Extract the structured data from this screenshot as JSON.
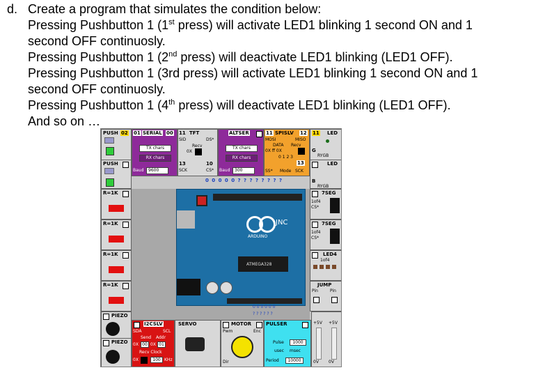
{
  "instructions": {
    "item_letter": "d.",
    "line1": "Create a program  that simulates the condition below:",
    "p1_a": "Pressing Pushbutton 1 (1",
    "p1_sup": "st",
    "p1_b": " press)  will activate LED1 blinking 1 second ON and 1",
    "p1_c": "second OFF continuosly.",
    "p2_a": "Pressing Pushbutton 1 (2",
    "p2_sup": "nd",
    "p2_b": " press)  will deactivate LED1 blinking (LED1 OFF).",
    "p3_a": "Pressing Pushbutton 1 (3rd press)  will activate LED1 blinking 1 second ON and 1",
    "p3_b": "second OFF continuosly.",
    "p4_a": "Pressing Pushbutton 1 (4",
    "p4_sup": "th",
    "p4_b": " press)  will deactivate LED1 blinking (LED1 OFF).",
    "and_so_on": "And so on …"
  },
  "board": {
    "push1": "PUSH",
    "push1_num": "02",
    "push2": "PUSH",
    "serial_num": "01",
    "serial": "SERIAL",
    "serial_num2": "00",
    "tx_chars": "TX chars",
    "rx_chars": "RX chars",
    "baud1": "Baud",
    "baud1_val": "9600",
    "sid_num": "11",
    "sid": "SID",
    "tft": "TFT",
    "ds": "DS*",
    "recv": "Recv",
    "ox": "0X",
    "sck_num": "13",
    "sck": "SCK",
    "cs_num": "10",
    "cs": "CS*",
    "altser": "ALTSER",
    "tx_chars2": "TX chars",
    "rx_chars2": "RX chars",
    "baud2": "Baud",
    "baud2_val": "300",
    "spislv_num": "11",
    "spislv": "SPISLV",
    "spislv_num2": "12",
    "mosi": "MOSI",
    "miso": "MISO",
    "data": "DATA",
    "recv2": "Recv",
    "ox_ff": "0X  ff  0X",
    "bits": "0 1 2 3",
    "ss": "SS*",
    "mode": "Mode",
    "sck2": "SCK",
    "spi_num": "13",
    "led_num": "11",
    "led": "LED",
    "led2": "LED",
    "rygb": "RYGB",
    "g": "G",
    "b": "B",
    "r1k_1": "R=1K",
    "r1k_2": "R=1K",
    "r1k_3": "R=1K",
    "r1k_4": "R=1K",
    "seg1": "7SEG",
    "seg2": "7SEG",
    "of4": "1of4",
    "cs_seg": "CS*",
    "led4": "LED4",
    "led4_of4": "1of4",
    "jump": "JUMP",
    "pin": "Pin",
    "pin2": "Pin",
    "jnc": "JNC",
    "arduino": "ARDUINO",
    "atmega": "ATMEGA328",
    "piezo1": "PIEZO",
    "piezo2": "PIEZO",
    "i2cslv": "I2CSLV",
    "sda": "SDA",
    "scl": "SCL",
    "send": "Send",
    "addr": "Addr",
    "ox00": "0X",
    "v00": "00",
    "ox01": "0X",
    "v01": "01",
    "recv_clock": "Recv  Clock",
    "ox_r": "0X",
    "clock_val": "100",
    "khz": "KHz",
    "servo": "SERVO",
    "motor": "MOTOR",
    "pwm": "Pwm",
    "enc": "Enc",
    "dir": "Dir",
    "pulser": "PULSER",
    "pulse": "Pulse",
    "pulse_val": "1000",
    "usec": "usec",
    "msec": "msec",
    "period": "Period",
    "period_val": "10000",
    "plus5v_1": "+5V",
    "plus5v_2": "+5V",
    "zero_v1": "0V",
    "zero_v2": "0V",
    "digital_pins": "0 0 0 0 0 ? ? ? ? ? ? ? ?",
    "analog_pins": "0 0 0 0 0 0",
    "analog_q": "? ? ? ? ? ?"
  }
}
